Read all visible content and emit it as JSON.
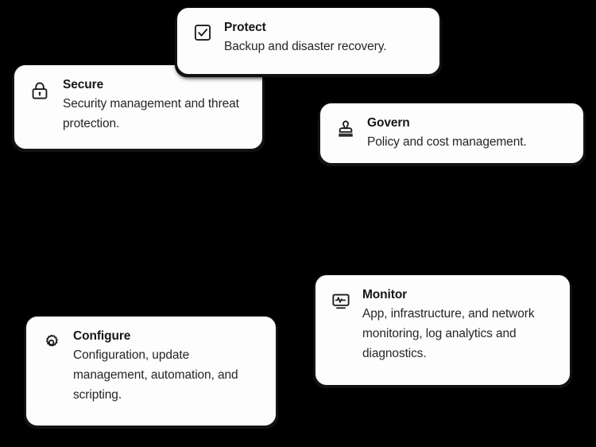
{
  "background_color": "#000000",
  "card_color": "#fdfdfd",
  "text_color": "#161616",
  "cards": [
    {
      "id": "secure",
      "icon": "padlock-icon",
      "title": "Secure",
      "description": "Security management and threat protection."
    },
    {
      "id": "protect",
      "icon": "checkbox-checked-icon",
      "title": "Protect",
      "description": "Backup and disaster recovery."
    },
    {
      "id": "govern",
      "icon": "stamp-icon",
      "title": "Govern",
      "description": "Policy and cost management."
    },
    {
      "id": "monitor",
      "icon": "monitor-pulse-icon",
      "title": "Monitor",
      "description": "App, infrastructure, and network monitoring, log analytics and diagnostics."
    },
    {
      "id": "configure",
      "icon": "gear-icon",
      "title": "Configure",
      "description": "Configuration, update management, automation, and scripting."
    }
  ]
}
